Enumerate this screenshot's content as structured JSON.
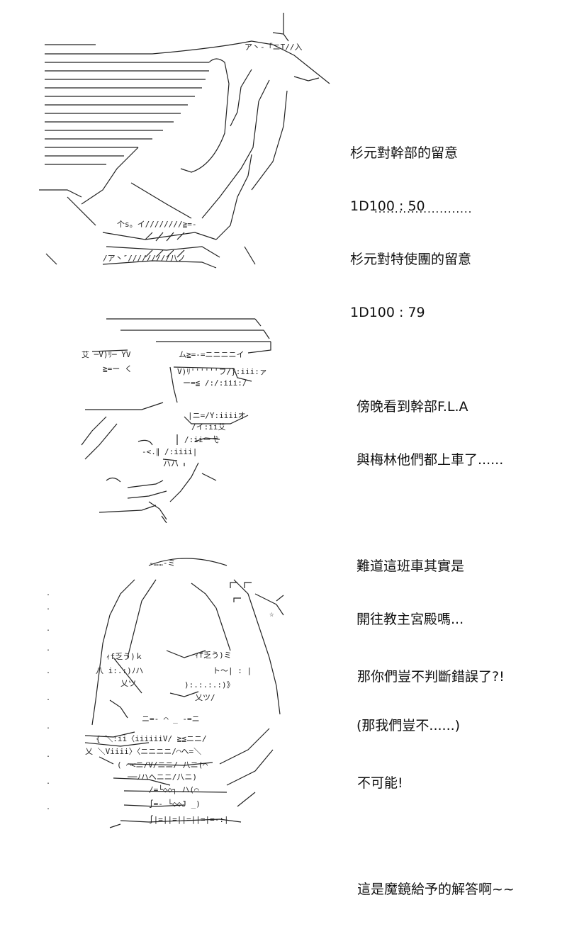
{
  "panels": [
    {
      "lines": [
        "杉元對幹部的留意",
        "1D100 : 50",
        "杉元對特使團的留意",
        "1D100 : 79"
      ],
      "ellipsis": "........................"
    },
    {
      "lines": [
        "傍晚看到幹部F.L.A",
        "與梅林他們都上車了......",
        "",
        "難道這班車其實是",
        "開往教主宮殿嗎...",
        "",
        "(那我們豈不......)"
      ]
    },
    {
      "lines": [
        "那你們豈不判斷錯誤了?!",
        "",
        "不可能!",
        "",
        "這是魔鏡給予的解答啊~~"
      ]
    }
  ],
  "art": {
    "color": "#222222",
    "stars": [
      "☆"
    ]
  }
}
